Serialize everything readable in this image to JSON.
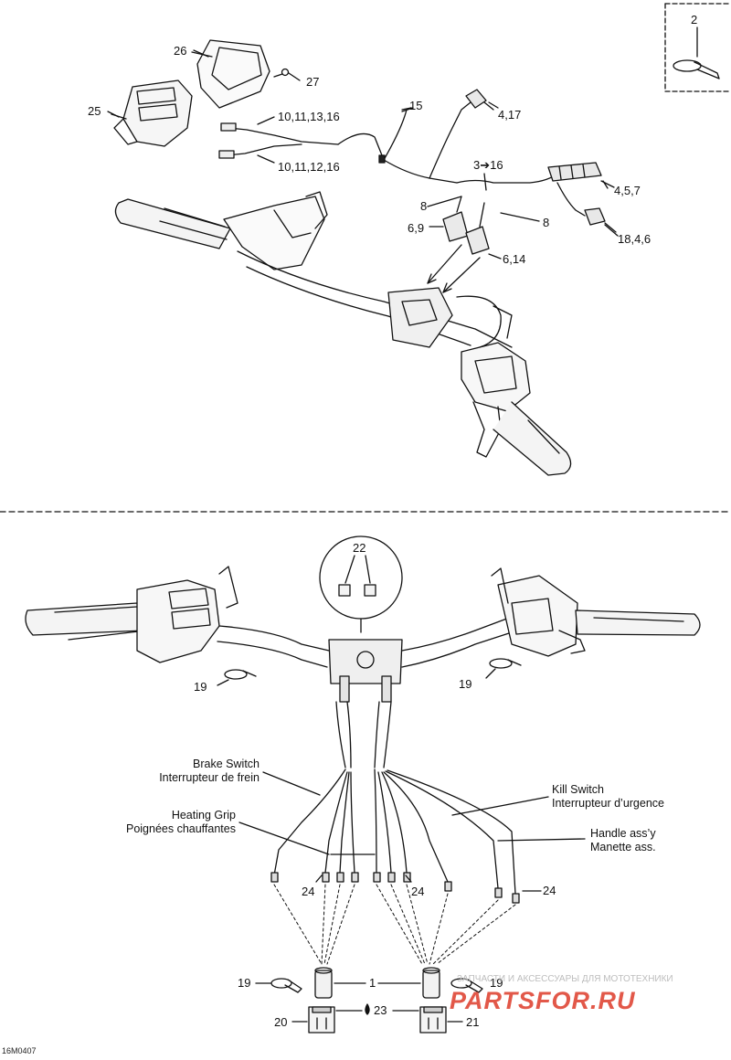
{
  "callouts_top": {
    "c2": "2",
    "c26": "26",
    "c27": "27",
    "c25": "25",
    "c10_13": "10,11,13,16",
    "c10_12": "10,11,12,16",
    "c15": "15",
    "c4_17": "4,17",
    "c3_16": "3",
    "c3_16_b": "16",
    "c4_5_7": "4,5,7",
    "c8a": "8",
    "c8b": "8",
    "c6_9": "6,9",
    "c6_14": "6,14",
    "c18_4_6": "18,4,6"
  },
  "callouts_bottom": {
    "c22": "22",
    "c19_left": "19",
    "c19_right": "19",
    "c24_a": "24",
    "c24_b": "24",
    "c24_c": "24",
    "c19_bottom_left": "19",
    "c19_bottom_right": "19",
    "c1": "1",
    "c20": "20",
    "c23": "23",
    "c21": "21"
  },
  "captions": {
    "brake_en": "Brake Switch",
    "brake_fr": "Interrupteur de frein",
    "heat_en": "Heating Grip",
    "heat_fr": "Poignées chauffantes",
    "kill_en": "Kill Switch",
    "kill_fr": "Interrupteur d’urgence",
    "handle_en": "Handle ass’y",
    "handle_fr": "Manette ass."
  },
  "footer": {
    "code": "16M0407",
    "watermark": "PARTSFOR.RU",
    "watermark_sub": "ЗАПЧАСТИ И АКСЕССУАРЫ ДЛЯ МОТОТЕХНИКИ"
  },
  "icons": [
    "arrow-right-icon",
    "oil-drop-icon",
    "cable-tie-icon",
    "connector-icon"
  ]
}
